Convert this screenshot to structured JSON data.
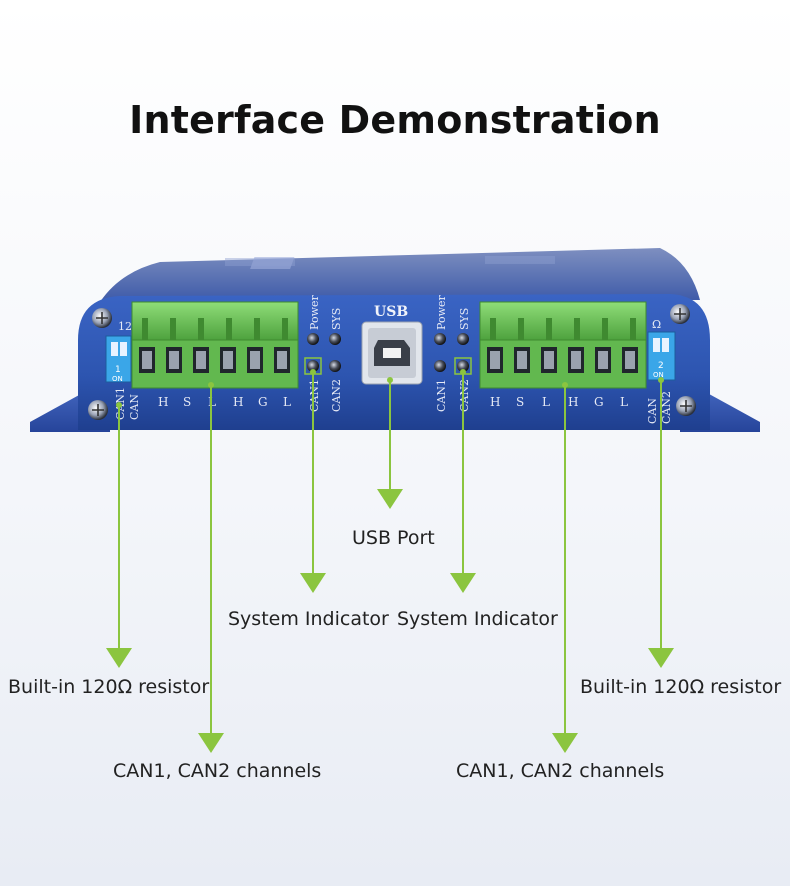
{
  "title": "Interface Demonstration",
  "device": {
    "usb_label": "USB",
    "led_power": "Power",
    "led_sys": "SYS",
    "led_can1": "CAN1",
    "led_can2": "CAN2",
    "left_dip_label": "CAN1",
    "left_dip_label2": "CAN",
    "right_dip_label": "CAN",
    "right_dip_label2": "CAN2",
    "dip_on": "ON",
    "dip_left_num": "1",
    "dip_right_num": "2",
    "left_pins": [
      "H",
      "S",
      "L",
      "H",
      "G",
      "L"
    ],
    "right_pins": [
      "H",
      "S",
      "L",
      "H",
      "G",
      "L"
    ],
    "left_ohm_fragment": "12",
    "right_ohm_fragment": "Ω"
  },
  "annotations": {
    "usb_port": "USB Port",
    "system_indicator_left": "System Indicator",
    "system_indicator_right": "System Indicator",
    "resistor_left": "Built-in 120Ω resistor",
    "resistor_right": "Built-in 120Ω resistor",
    "channels_left": "CAN1, CAN2 channels",
    "channels_right": "CAN1, CAN2 channels"
  },
  "colors": {
    "case_blue": "#2f57b3",
    "terminal_green": "#6cc35a",
    "arrow_green": "#8bc53f"
  }
}
